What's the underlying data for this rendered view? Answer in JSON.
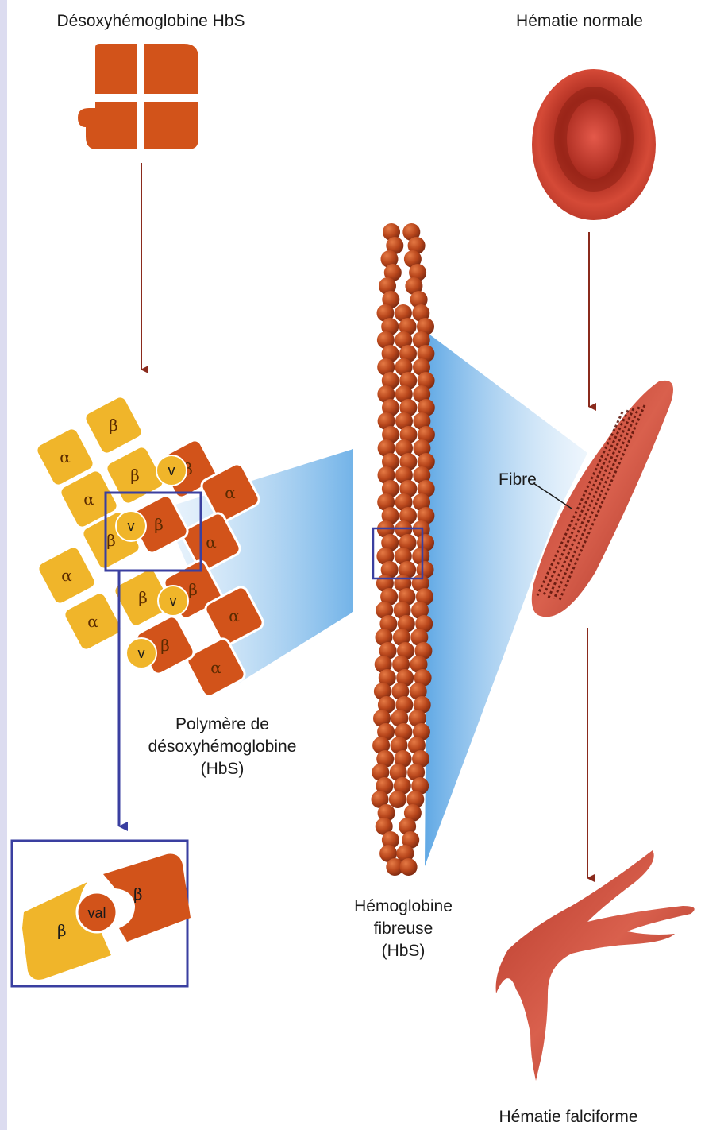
{
  "labels": {
    "deoxy_title": "Désoxyhémoglobine HbS",
    "normal_rbc": "Hématie normale",
    "polymer_line1": "Polymère de",
    "polymer_line2": "désoxyhémoglobine",
    "polymer_line3": "(HbS)",
    "fiber_line1": "Hémoglobine",
    "fiber_line2": "fibreuse",
    "fiber_line3": "(HbS)",
    "fibre": "Fibre",
    "sickle_rbc": "Hématie falciforme",
    "inset_beta_left": "β",
    "inset_val": "val",
    "inset_beta_right": "β"
  },
  "subunit_letters": {
    "alpha": "α",
    "beta": "β",
    "valine": "v"
  },
  "colors": {
    "orange_subunit": "#d2531a",
    "yellow_subunit": "#f0b52a",
    "fiber_bead": "#b5451b",
    "rbc_red": "#c83b2c",
    "arrow_brown": "#8a2a1c",
    "highlight_blue": "#3a3fa0",
    "beam_blue": "#6fb1e8",
    "left_strip": "#dcdcf0"
  }
}
